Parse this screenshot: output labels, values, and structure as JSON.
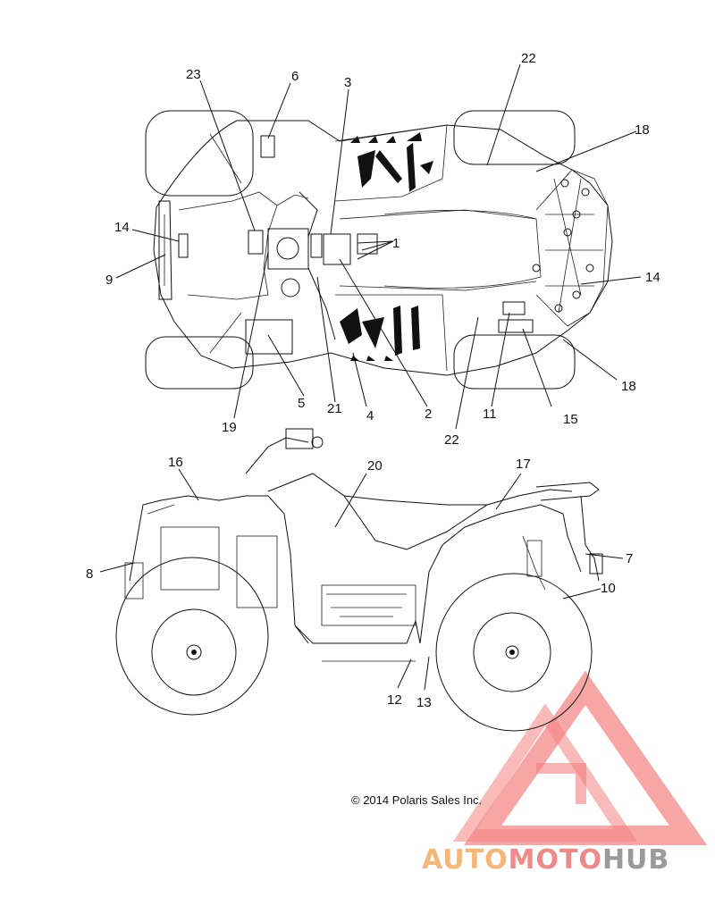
{
  "copyright": "© 2014 Polaris Sales Inc.",
  "watermark": {
    "part1": "AUTO",
    "part2": "MOTO",
    "part3": "HUB",
    "color1": "#f5b87a",
    "color2": "#f08a8a",
    "color3": "#9a9a9a",
    "logo_color": "#f26b6b"
  },
  "callouts": {
    "c1": "1",
    "c2": "2",
    "c3": "3",
    "c4": "4",
    "c5": "5",
    "c6": "6",
    "c7": "7",
    "c8": "8",
    "c9": "9",
    "c10": "10",
    "c11": "11",
    "c12": "12",
    "c13": "13",
    "c14a": "14",
    "c14b": "14",
    "c15": "15",
    "c16": "16",
    "c17": "17",
    "c18a": "18",
    "c18b": "18",
    "c19": "19",
    "c20": "20",
    "c21": "21",
    "c22a": "22",
    "c22b": "22",
    "c23": "23"
  }
}
